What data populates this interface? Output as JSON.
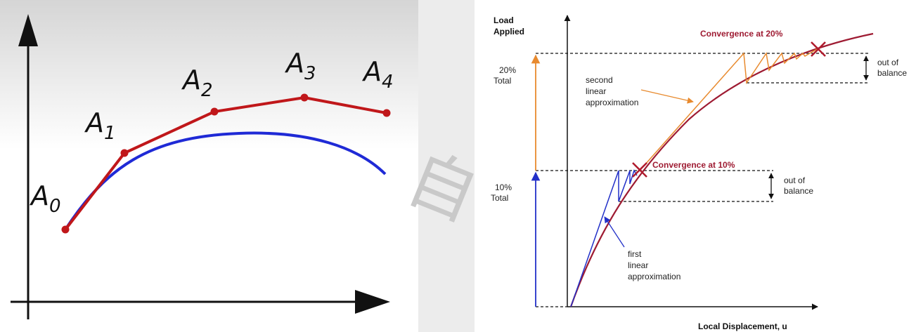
{
  "colors": {
    "curve_red": "#c0171a",
    "curve_blue": "#1f2ad6",
    "orange": "#e88a2e",
    "crimson": "#9e1b32",
    "dark_blue": "#2230c8",
    "axis": "#111111"
  },
  "left_panel": {
    "points": [
      "A",
      "A",
      "A",
      "A",
      "A"
    ],
    "subscripts": [
      "0",
      "1",
      "2",
      "3",
      "4"
    ]
  },
  "watermark": {
    "glyph": "自"
  },
  "right_panel": {
    "y_axis_label_line1": "Load",
    "y_axis_label_line2": "Applied",
    "x_axis_label": "Local Displacement, u",
    "level_20_line1": "20%",
    "level_20_line2": "Total",
    "level_10_line1": "10%",
    "level_10_line2": "Total",
    "convergence_20": "Convergence at 20%",
    "convergence_10": "Convergence at 10%",
    "oob_top_line1": "out of",
    "oob_top_line2": "balance",
    "oob_bottom_line1": "out of",
    "oob_bottom_line2": "balance",
    "second_line1": "second",
    "second_line2": "linear",
    "second_line3": "approximation",
    "first_line1": "first",
    "first_line2": "linear",
    "first_line3": "approximation"
  }
}
